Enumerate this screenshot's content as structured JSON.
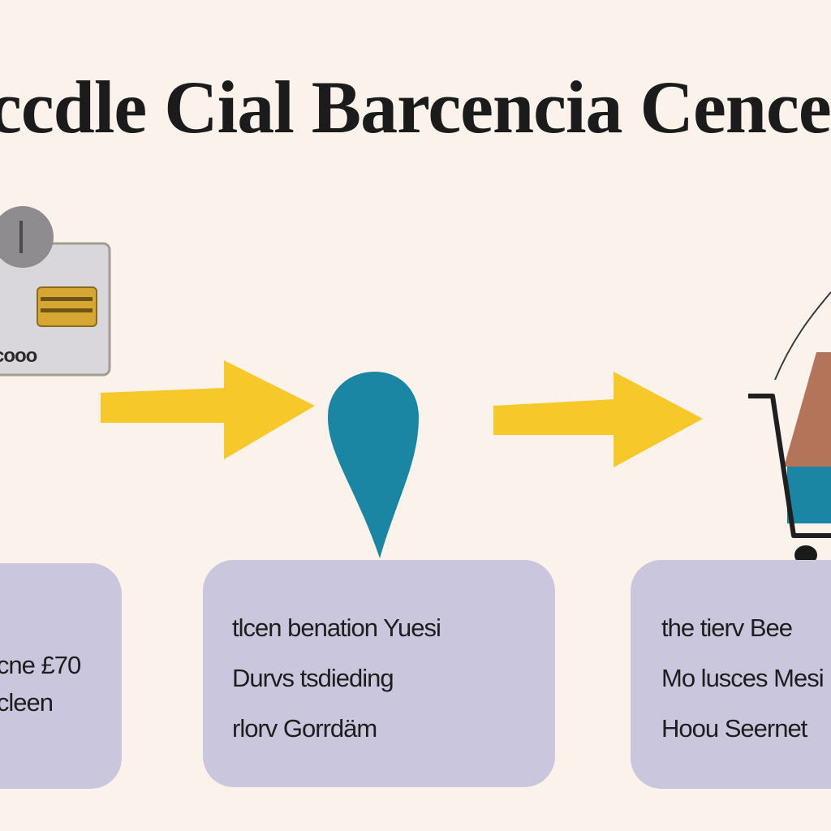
{
  "title": "ccdle Cial Barcencia Cence",
  "card": {
    "number_text": "cooo"
  },
  "boxes": [
    {
      "lines": [
        "",
        "icne £70",
        "lcleen"
      ]
    },
    {
      "lines": [
        "tlcen benation Yuesi",
        "Durvs tsdieding",
        "rlorv Gorrdäm"
      ]
    },
    {
      "lines": [
        "the tierv Bee",
        "Mo lusces Mesi",
        "Hoou Seernet"
      ]
    }
  ],
  "colors": {
    "background": "#fcf2ec",
    "arrow": "#f7c82a",
    "pin": "#1b86a3",
    "box": "#c9c6dd",
    "card": "#d9d7db",
    "chip": "#d6a733",
    "cart_brown": "#b4745a",
    "cart_blue": "#1b86a3"
  },
  "icons": [
    "credit-card-icon",
    "arrow-right-icon",
    "location-pin-icon",
    "shopping-cart-icon"
  ]
}
